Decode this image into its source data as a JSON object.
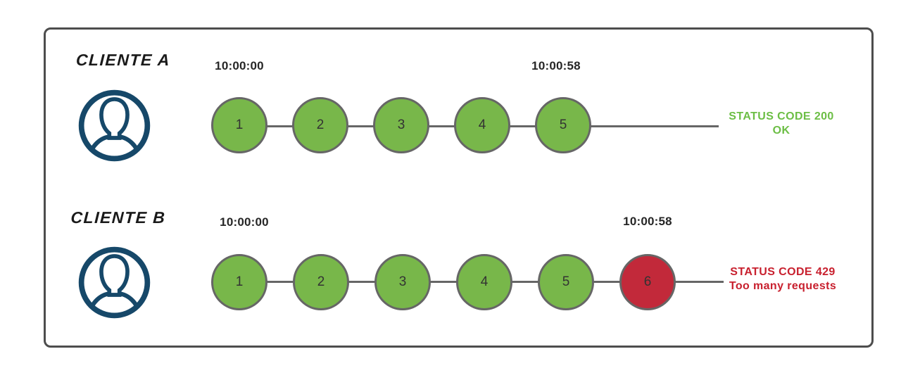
{
  "diagram": {
    "clients": [
      {
        "name": "CLIENTE A",
        "start_time": "10:00:00",
        "end_time": "10:00:58",
        "requests": [
          {
            "label": "1",
            "state": "ok"
          },
          {
            "label": "2",
            "state": "ok"
          },
          {
            "label": "3",
            "state": "ok"
          },
          {
            "label": "4",
            "state": "ok"
          },
          {
            "label": "5",
            "state": "ok"
          }
        ],
        "status": {
          "line1": "STATUS CODE 200",
          "line2": "OK",
          "type": "success"
        }
      },
      {
        "name": "CLIENTE B",
        "start_time": "10:00:00",
        "end_time": "10:00:58",
        "requests": [
          {
            "label": "1",
            "state": "ok"
          },
          {
            "label": "2",
            "state": "ok"
          },
          {
            "label": "3",
            "state": "ok"
          },
          {
            "label": "4",
            "state": "ok"
          },
          {
            "label": "5",
            "state": "ok"
          },
          {
            "label": "6",
            "state": "blocked"
          }
        ],
        "status": {
          "line1": "STATUS CODE 429",
          "line2": "Too many requests",
          "type": "error"
        }
      }
    ],
    "colors": {
      "request_ok": "#78B74A",
      "request_blocked": "#C2293A",
      "circle_border": "#666666",
      "status_success_text": "#6CBE45",
      "status_error_text": "#C8202E",
      "user_icon": "#164869",
      "frame_border": "#4D4D4D"
    },
    "icons": {
      "client_icon": "user-avatar-icon"
    }
  }
}
